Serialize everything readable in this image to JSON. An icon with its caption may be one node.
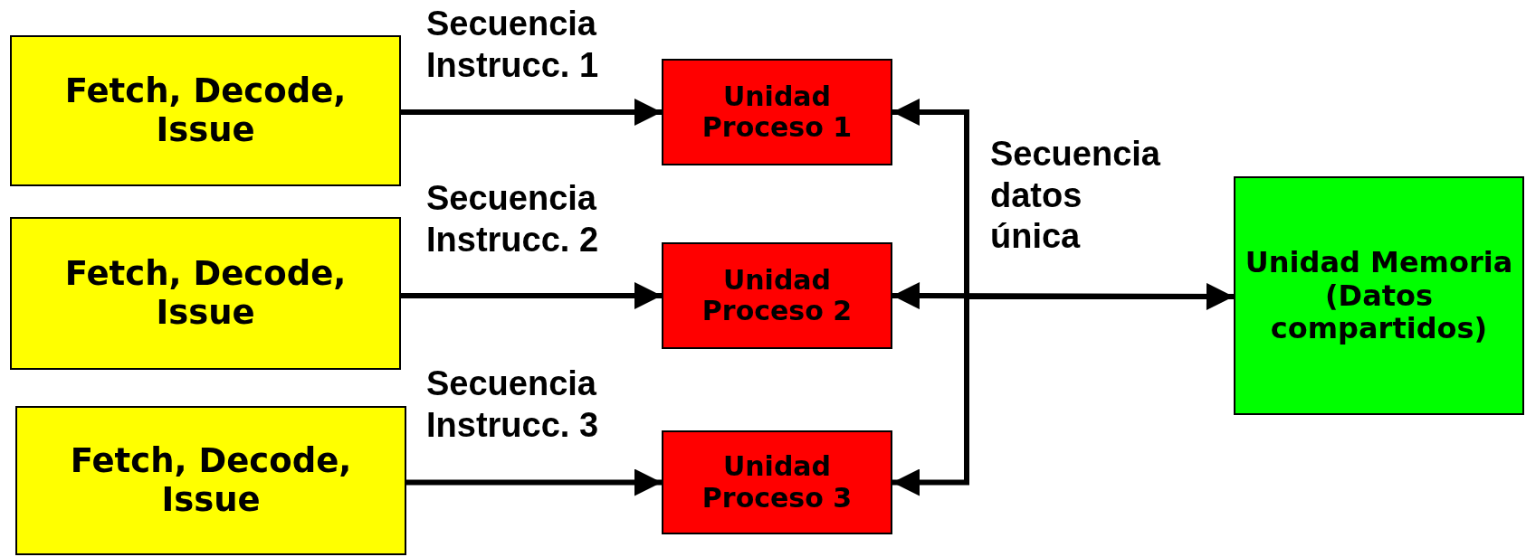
{
  "diagram": {
    "nodes": [
      {
        "text": [
          "Fetch, Decode, Issue"
        ]
      },
      {
        "text": [
          "Fetch, Decode, Issue"
        ]
      },
      {
        "text": [
          "Fetch, Decode, Issue"
        ]
      },
      {
        "text": [
          "Unidad Proceso 1"
        ]
      },
      {
        "text": [
          "Unidad Proceso 2"
        ]
      },
      {
        "text": [
          "Unidad Proceso 3"
        ]
      },
      {
        "text": [
          "Unidad Memoria (Datos compartidos)"
        ]
      }
    ],
    "edges": [
      {
        "from": 0,
        "to": 3,
        "arrow": "to",
        "label": "Secuencia Instrucc. 1"
      },
      {
        "from": 1,
        "to": 4,
        "arrow": "to",
        "label": "Secuencia Instrucc. 2"
      },
      {
        "from": 2,
        "to": 5,
        "arrow": "to",
        "label": "Secuencia Instrucc. 3"
      },
      {
        "from": 6,
        "to": 3,
        "arrow": "to"
      },
      {
        "from": 6,
        "to": 4,
        "arrow": "both",
        "label": "Secuencia datos única"
      },
      {
        "from": 6,
        "to": 5,
        "arrow": "to"
      }
    ]
  }
}
